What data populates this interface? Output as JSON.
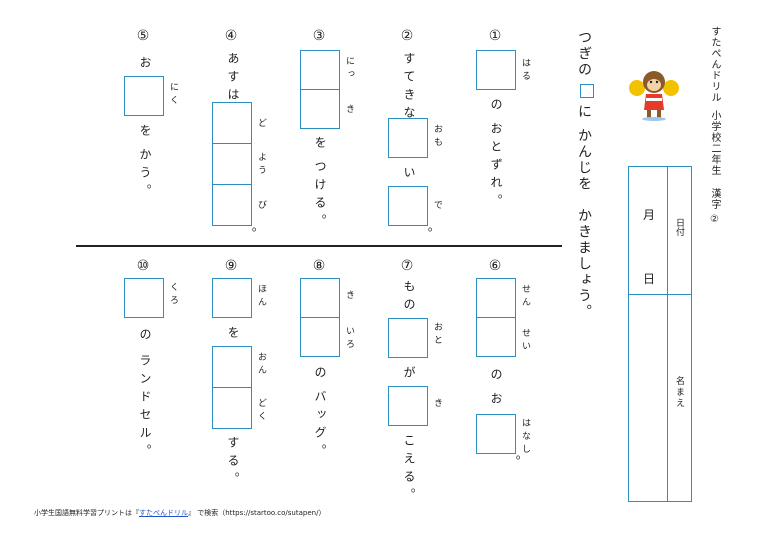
{
  "header": {
    "site": "すたぺんドリル",
    "course": "小学校二年生",
    "subject": "漢字",
    "sheet_no": "②"
  },
  "instruction": {
    "before_box": "つぎの",
    "after_box": "に",
    "rest": "かんじを　かきましょう。"
  },
  "info_box": {
    "date_label": "日付",
    "month": "月",
    "day": "日",
    "name_label": "名まえ"
  },
  "questions": [
    {
      "number": "①",
      "furigana": [
        "はる"
      ],
      "text": [
        "の",
        "おとずれ。"
      ]
    },
    {
      "number": "②",
      "text": [
        "すてきな",
        "い",
        "。"
      ],
      "furigana": [
        "おも",
        "で"
      ]
    },
    {
      "number": "③",
      "furigana": [
        "にっ",
        "き"
      ],
      "text": [
        "を",
        "つける。"
      ]
    },
    {
      "number": "④",
      "text": [
        "あすは",
        "。"
      ],
      "furigana": [
        "ど",
        "よう",
        "び"
      ]
    },
    {
      "number": "⑤",
      "text": [
        "お",
        "を",
        "かう。"
      ],
      "furigana": [
        "にく"
      ]
    },
    {
      "number": "⑥",
      "furigana": [
        "せん",
        "せい"
      ],
      "text": [
        "の",
        "お",
        "。"
      ],
      "furigana2": [
        "はなし"
      ]
    },
    {
      "number": "⑦",
      "text": [
        "もの",
        "が",
        "こえる。"
      ],
      "furigana": [
        "おと",
        "き"
      ]
    },
    {
      "number": "⑧",
      "furigana": [
        "き",
        "いろ"
      ],
      "text": [
        "の",
        "バッグ。"
      ]
    },
    {
      "number": "⑨",
      "furigana": [
        "ほん",
        "おん",
        "どく"
      ],
      "text": [
        "を",
        "する。"
      ]
    },
    {
      "number": "⑩",
      "furigana": [
        "くろ"
      ],
      "text": [
        "の",
        "ランドセル。"
      ]
    }
  ],
  "footer": {
    "prefix": "小学生国語無料学習プリントは『",
    "link": "すたぺんドリル",
    "suffix": "』 で検索（https://startoo.co/sutapen/）"
  },
  "colors": {
    "box_border": "#2a8fc0",
    "text": "#222222",
    "link": "#2255cc"
  }
}
